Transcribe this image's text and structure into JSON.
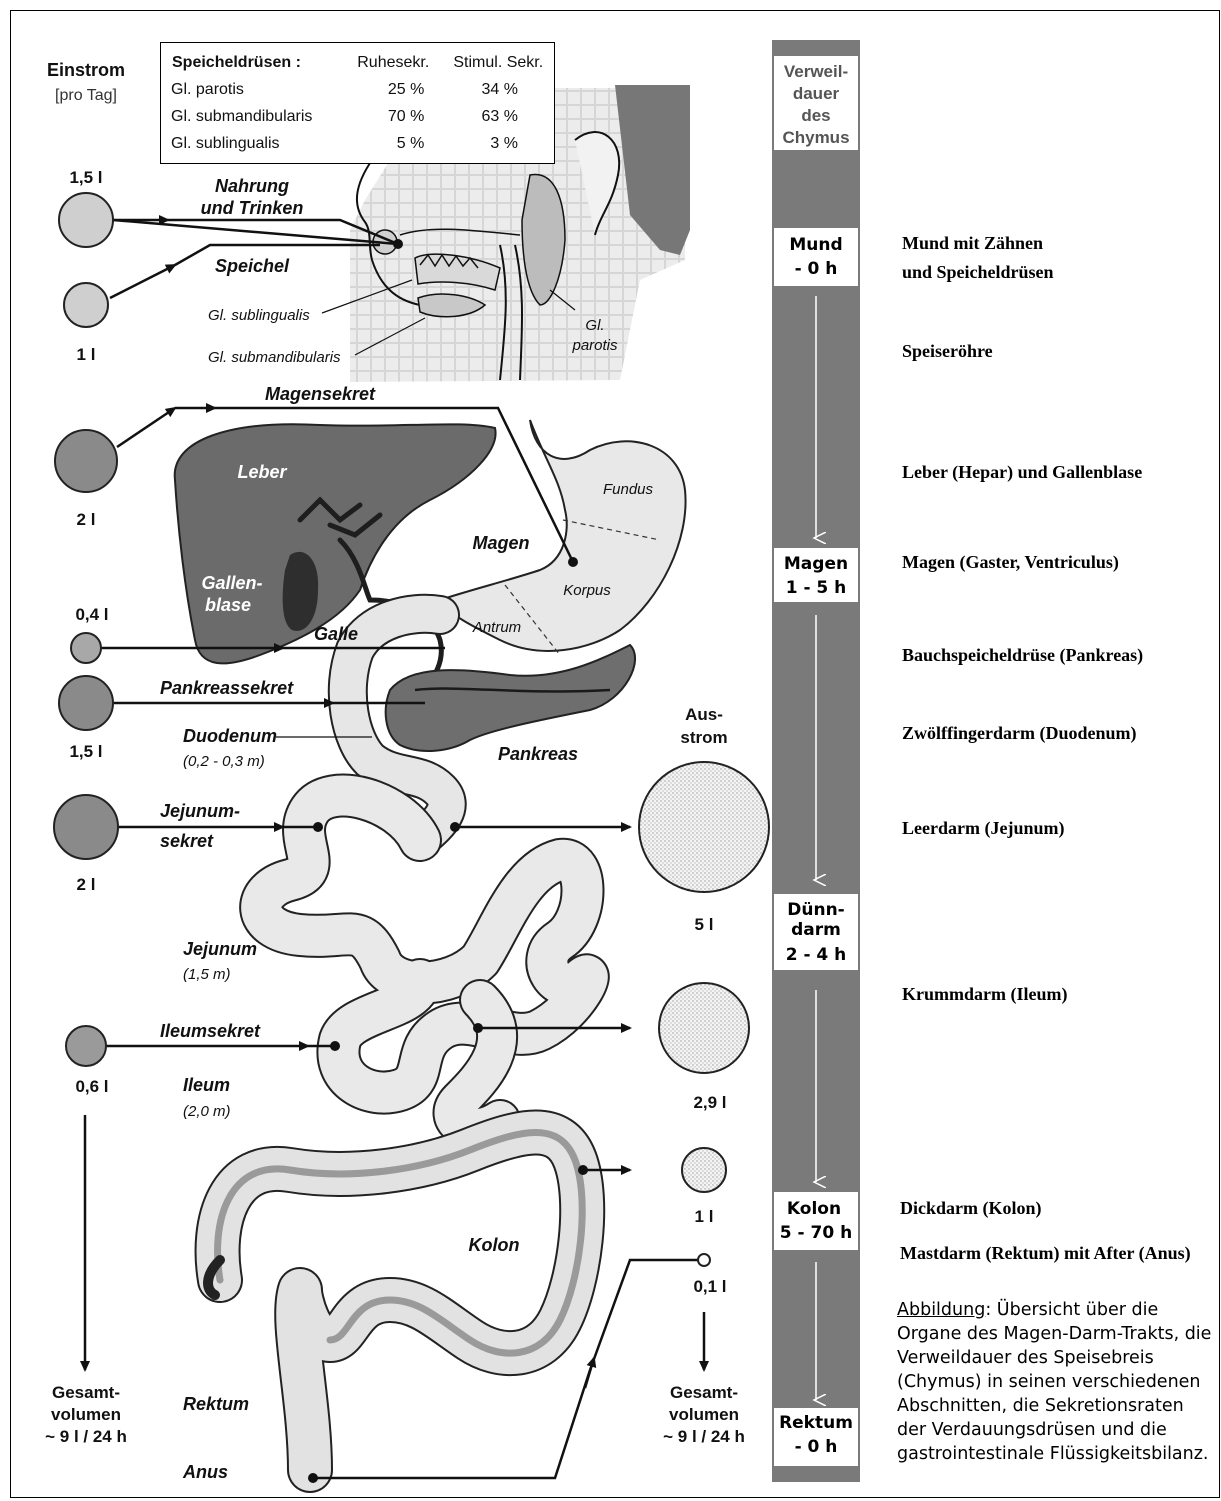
{
  "saliva_table": {
    "header": {
      "gland": "Speicheldrüsen :",
      "rest": "Ruhesekr.",
      "stim": "Stimul. Sekr."
    },
    "rows": [
      {
        "gland": "Gl. parotis",
        "rest": "25 %",
        "stim": "34 %"
      },
      {
        "gland": "Gl. submandibularis",
        "rest": "70 %",
        "stim": "63 %"
      },
      {
        "gland": "Gl. sublingualis",
        "rest": "5 %",
        "stim": "3 %"
      }
    ]
  },
  "inflow": {
    "title": "Einstrom",
    "subtitle": "[pro Tag]",
    "items": [
      {
        "volume": "1,5 l",
        "label": "Nahrung und Trinken"
      },
      {
        "volume": "1 l",
        "label": "Speichel"
      },
      {
        "volume": "2 l",
        "label": "Magensekret"
      },
      {
        "volume": "0,4 l",
        "label": "Galle"
      },
      {
        "volume": "1,5 l",
        "label": "Pankreassekret"
      },
      {
        "volume": "2 l",
        "label": "Jejunum- sekret"
      },
      {
        "volume": "0,6 l",
        "label": "Ileumsekret"
      }
    ],
    "total": "Gesamt- volumen ~ 9 l / 24 h"
  },
  "outflow": {
    "title": "Aus- strom",
    "items": [
      "5 l",
      "2,9 l",
      "1 l",
      "0,1 l"
    ],
    "total": "Gesamt- volumen ~ 9 l / 24 h"
  },
  "anatomy_labels": {
    "nahrung": "Nahrung",
    "und_trinken": "und Trinken",
    "speichel": "Speichel",
    "sublingualis": "Gl. sublingualis",
    "submandibularis": "Gl. submandibularis",
    "parotis_1": "Gl.",
    "parotis_2": "parotis",
    "magensekret": "Magensekret",
    "leber": "Leber",
    "gallenblase_1": "Gallen-",
    "gallenblase_2": "blase",
    "galle": "Galle",
    "magen": "Magen",
    "fundus": "Fundus",
    "korpus": "Korpus",
    "antrum": "Antrum",
    "pankreassekret": "Pankreassekret",
    "duodenum": "Duodenum",
    "duodenum_len": "(0,2 - 0,3 m)",
    "pankreas": "Pankreas",
    "jejunumsekret_1": "Jejunum-",
    "jejunumsekret_2": "sekret",
    "jejunum": "Jejunum",
    "jejunum_len": "(1,5 m)",
    "ileumsekret": "Ileumsekret",
    "ileum": "Ileum",
    "ileum_len": "(2,0 m)",
    "kolon": "Kolon",
    "rektum": "Rektum",
    "anus": "Anus"
  },
  "residence": {
    "title": [
      "Verweil-",
      "dauer",
      "des",
      "Chymus"
    ],
    "stops": [
      {
        "name": "Mund",
        "time": "- 0 h"
      },
      {
        "name": "Magen",
        "time": "1 - 5 h"
      },
      {
        "name": "Dünn- darm",
        "time": "2 - 4 h"
      },
      {
        "name": "Kolon",
        "time": "5 - 70 h"
      },
      {
        "name": "Rektum",
        "time": "- 0 h"
      }
    ]
  },
  "organs": [
    "Mund mit Zähnen",
    "und Speicheldrüsen",
    "Speiseröhre",
    "Leber (Hepar) und Gallenblase",
    "Magen (Gaster, Ventriculus)",
    "Bauchspeicheldrüse (Pankreas)",
    "Zwölffingerdarm (Duodenum)",
    "Leerdarm (Jejunum)",
    "Krummdarm (Ileum)",
    "Dickdarm (Kolon)",
    "Mastdarm (Rektum) mit After (Anus)"
  ],
  "caption": {
    "lead": "Abbildung",
    "text": ": Übersicht über die Organe des Magen-Darm-Trakts, die Verweildauer des Speisebreis (Chymus) in seinen verschiedenen Abschnitten, die Sekretionsraten der Verdauungsdrüsen und die gastrointestinale Flüssigkeitsbilanz."
  },
  "colors": {
    "organ_dark": "#6b6b6b",
    "organ_light": "#e4e4e4",
    "bar": "#7a7a7a",
    "ink": "#111111"
  }
}
